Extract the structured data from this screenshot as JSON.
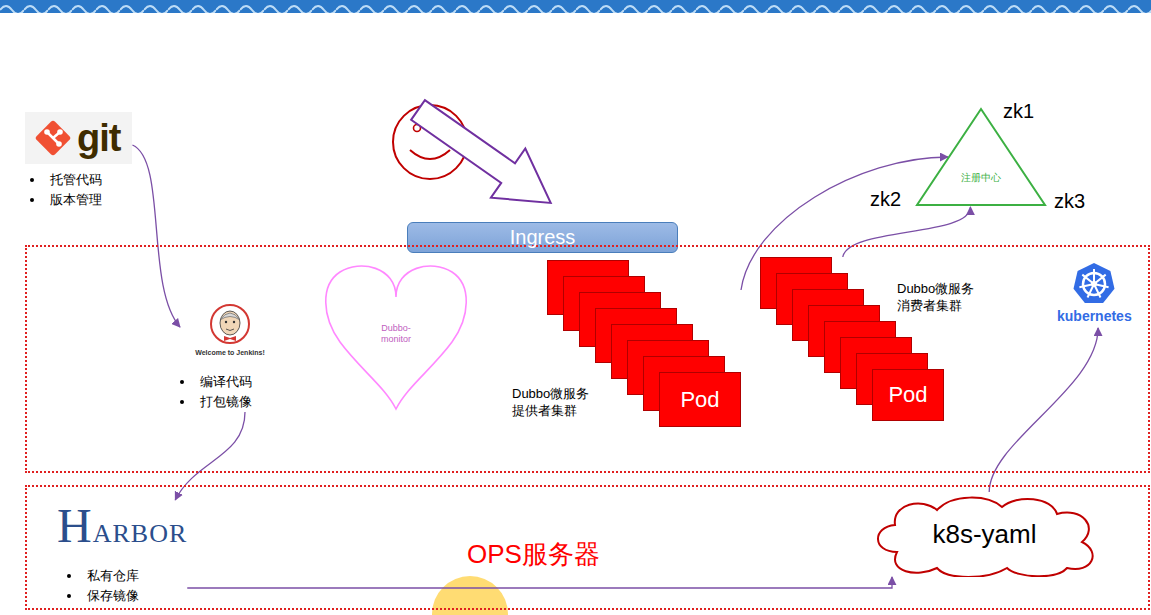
{
  "diagram": {
    "nodes": [
      {
        "text": [
          "git",
          "托管代码",
          "版本管理"
        ]
      },
      {
        "text": [
          "Ingress"
        ]
      },
      {
        "text": [
          "注册中心"
        ]
      },
      {
        "text": [
          "kubernetes"
        ]
      },
      {
        "text": [
          "Welcome to Jenkins!",
          "编译代码",
          "打包镜像"
        ],
        "in": 3
      },
      {
        "text": [
          "Dubbo-monitor"
        ],
        "in": 3
      },
      {
        "text": [
          "Pod",
          "Dubbo微服务 提供者集群"
        ],
        "in": 3
      },
      {
        "text": [
          "Pod",
          "Dubbo微服务 消费者集群"
        ],
        "in": 3
      },
      {
        "text": [
          "OPS服务器"
        ]
      },
      {
        "text": [
          "HARBOR",
          "私有仓库",
          "保存镜像"
        ],
        "in": 8
      },
      {
        "text": [
          "k8s-yaml"
        ],
        "in": 8
      }
    ],
    "edges": [
      {
        "from": 0,
        "to": 4,
        "arrow": "to"
      },
      {
        "from": 4,
        "to": 9,
        "arrow": "to"
      },
      {
        "from": 9,
        "to": 10,
        "arrow": "to"
      },
      {
        "from": 10,
        "to": 3,
        "arrow": "to"
      },
      {
        "from": 6,
        "to": 2,
        "arrow": "to"
      },
      {
        "from": 7,
        "to": 2,
        "arrow": "to"
      }
    ],
    "labels": [
      "zk1",
      "zk2",
      "zk3"
    ]
  }
}
